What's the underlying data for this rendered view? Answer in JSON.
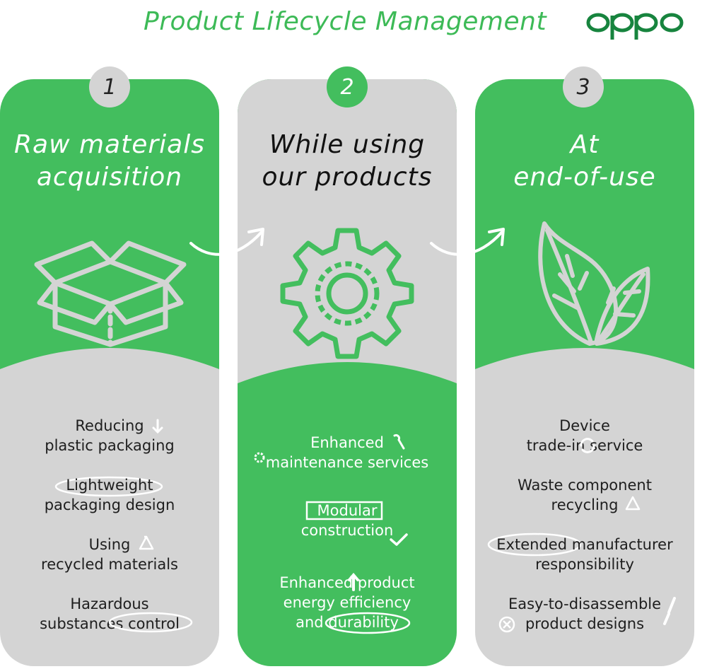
{
  "header": {
    "title": "Product Lifecycle Management",
    "brand": "oppo"
  },
  "colors": {
    "green": "#43be5e",
    "gray": "#d4d4d4",
    "dark_green": "#17843e"
  },
  "stages": [
    {
      "number": "1",
      "heading_line1": "Raw materials",
      "heading_line2": "acquisition",
      "icon": "box-icon",
      "items": [
        {
          "line1": "Reducing",
          "line2": "plastic packaging",
          "icon": "down-arrow-icon"
        },
        {
          "line1": "Lightweight",
          "line2": "packaging design",
          "icon": "highlight-oval"
        },
        {
          "line1": "Using",
          "line2": "recycled materials",
          "icon": "recycle-icon"
        },
        {
          "line1": "Hazardous",
          "line2": "substances control",
          "icon": "highlight-oval"
        }
      ]
    },
    {
      "number": "2",
      "heading_line1": "While using",
      "heading_line2": "our products",
      "icon": "gear-icon",
      "items": [
        {
          "line1": "Enhanced",
          "line2": "maintenance services",
          "icon": "wrench-icon"
        },
        {
          "line1": "Modular",
          "line2": "construction",
          "icon": "check-icon"
        },
        {
          "line1": "Enhanced  product",
          "line2": "energy efficiency",
          "line3": "and durability",
          "icon": "up-arrow-icon"
        }
      ]
    },
    {
      "number": "3",
      "heading_line1": "At",
      "heading_line2": "end-of-use",
      "icon": "leaf-icon",
      "items": [
        {
          "line1": "Device",
          "line2": "trade-in  service",
          "icon": "refresh-icon"
        },
        {
          "line1": "Waste component",
          "line2": "recycling",
          "icon": "recycle-icon"
        },
        {
          "line1": "Extended manufacturer",
          "line2": "responsibility",
          "icon": "highlight-oval"
        },
        {
          "line1": "Easy-to-disassemble",
          "line2": "product designs",
          "icon": "screwdriver-icon"
        }
      ]
    }
  ]
}
